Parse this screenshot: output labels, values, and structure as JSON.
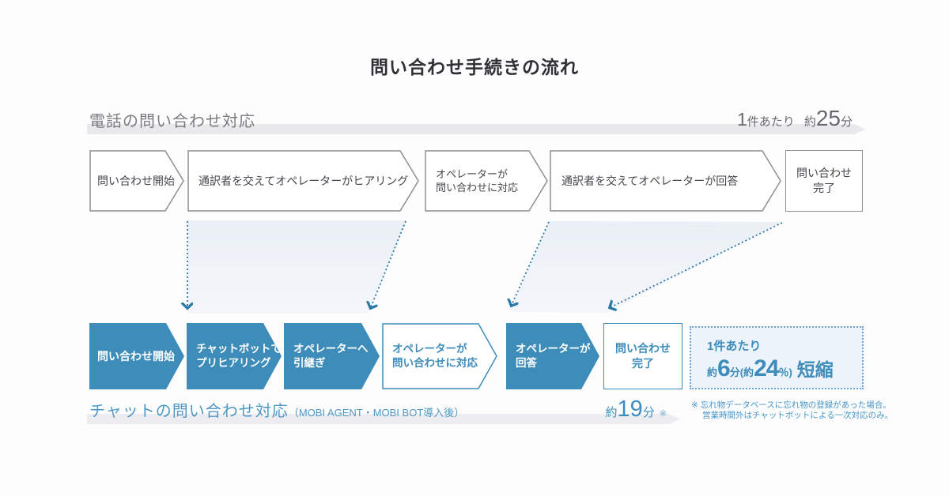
{
  "title": "問い合わせ手続きの流れ",
  "phone": {
    "section_label": "電話の問い合わせ対応",
    "time": {
      "count": "1",
      "count_suffix": "件あたり",
      "approx": "約",
      "minutes": "25",
      "unit": "分"
    },
    "steps": [
      {
        "line1": "問い合わせ開始"
      },
      {
        "line1": "通訳者を交えてオペレーターがヒアリング"
      },
      {
        "line1": "オペレーターが",
        "line2": "問い合わせに対応"
      },
      {
        "line1": "通訳者を交えてオペレーターが回答"
      },
      {
        "line1": "問い合わせ",
        "line2": "完了"
      }
    ]
  },
  "chat": {
    "section_label": "チャットの問い合わせ対応",
    "section_label_sub": "（MOBI AGENT・MOBI BOT導入後）",
    "time": {
      "approx": "約",
      "minutes": "19",
      "unit": "分",
      "note_mark": "※"
    },
    "steps": [
      {
        "line1": "問い合わせ開始"
      },
      {
        "line1": "チャットボットで",
        "line2": "プリヒアリング"
      },
      {
        "line1": "オペレーターへ",
        "line2": "引継ぎ"
      },
      {
        "line1": "オペレーターが",
        "line2": "問い合わせに対応"
      },
      {
        "line1": "オペレーターが",
        "line2": "回答"
      },
      {
        "line1": "問い合わせ",
        "line2": "完了"
      }
    ],
    "summary": {
      "line1": "1件あたり",
      "approx": "約",
      "minutes": "6",
      "unit": "分",
      "paren_open": "(約",
      "percent": "24",
      "paren_close": "％)",
      "suffix": "短縮"
    },
    "footnote_line1": "※ 忘れ物データベースに忘れ物の登録があった場合。",
    "footnote_line2": "営業時間外はチャットボットによる一次対応のみ。"
  },
  "colors": {
    "accent_blue": "#3d8cba",
    "shade_fill": "#edf1f7",
    "gray_border": "#8e8e93",
    "bar_gray": "#e9e9ec"
  }
}
